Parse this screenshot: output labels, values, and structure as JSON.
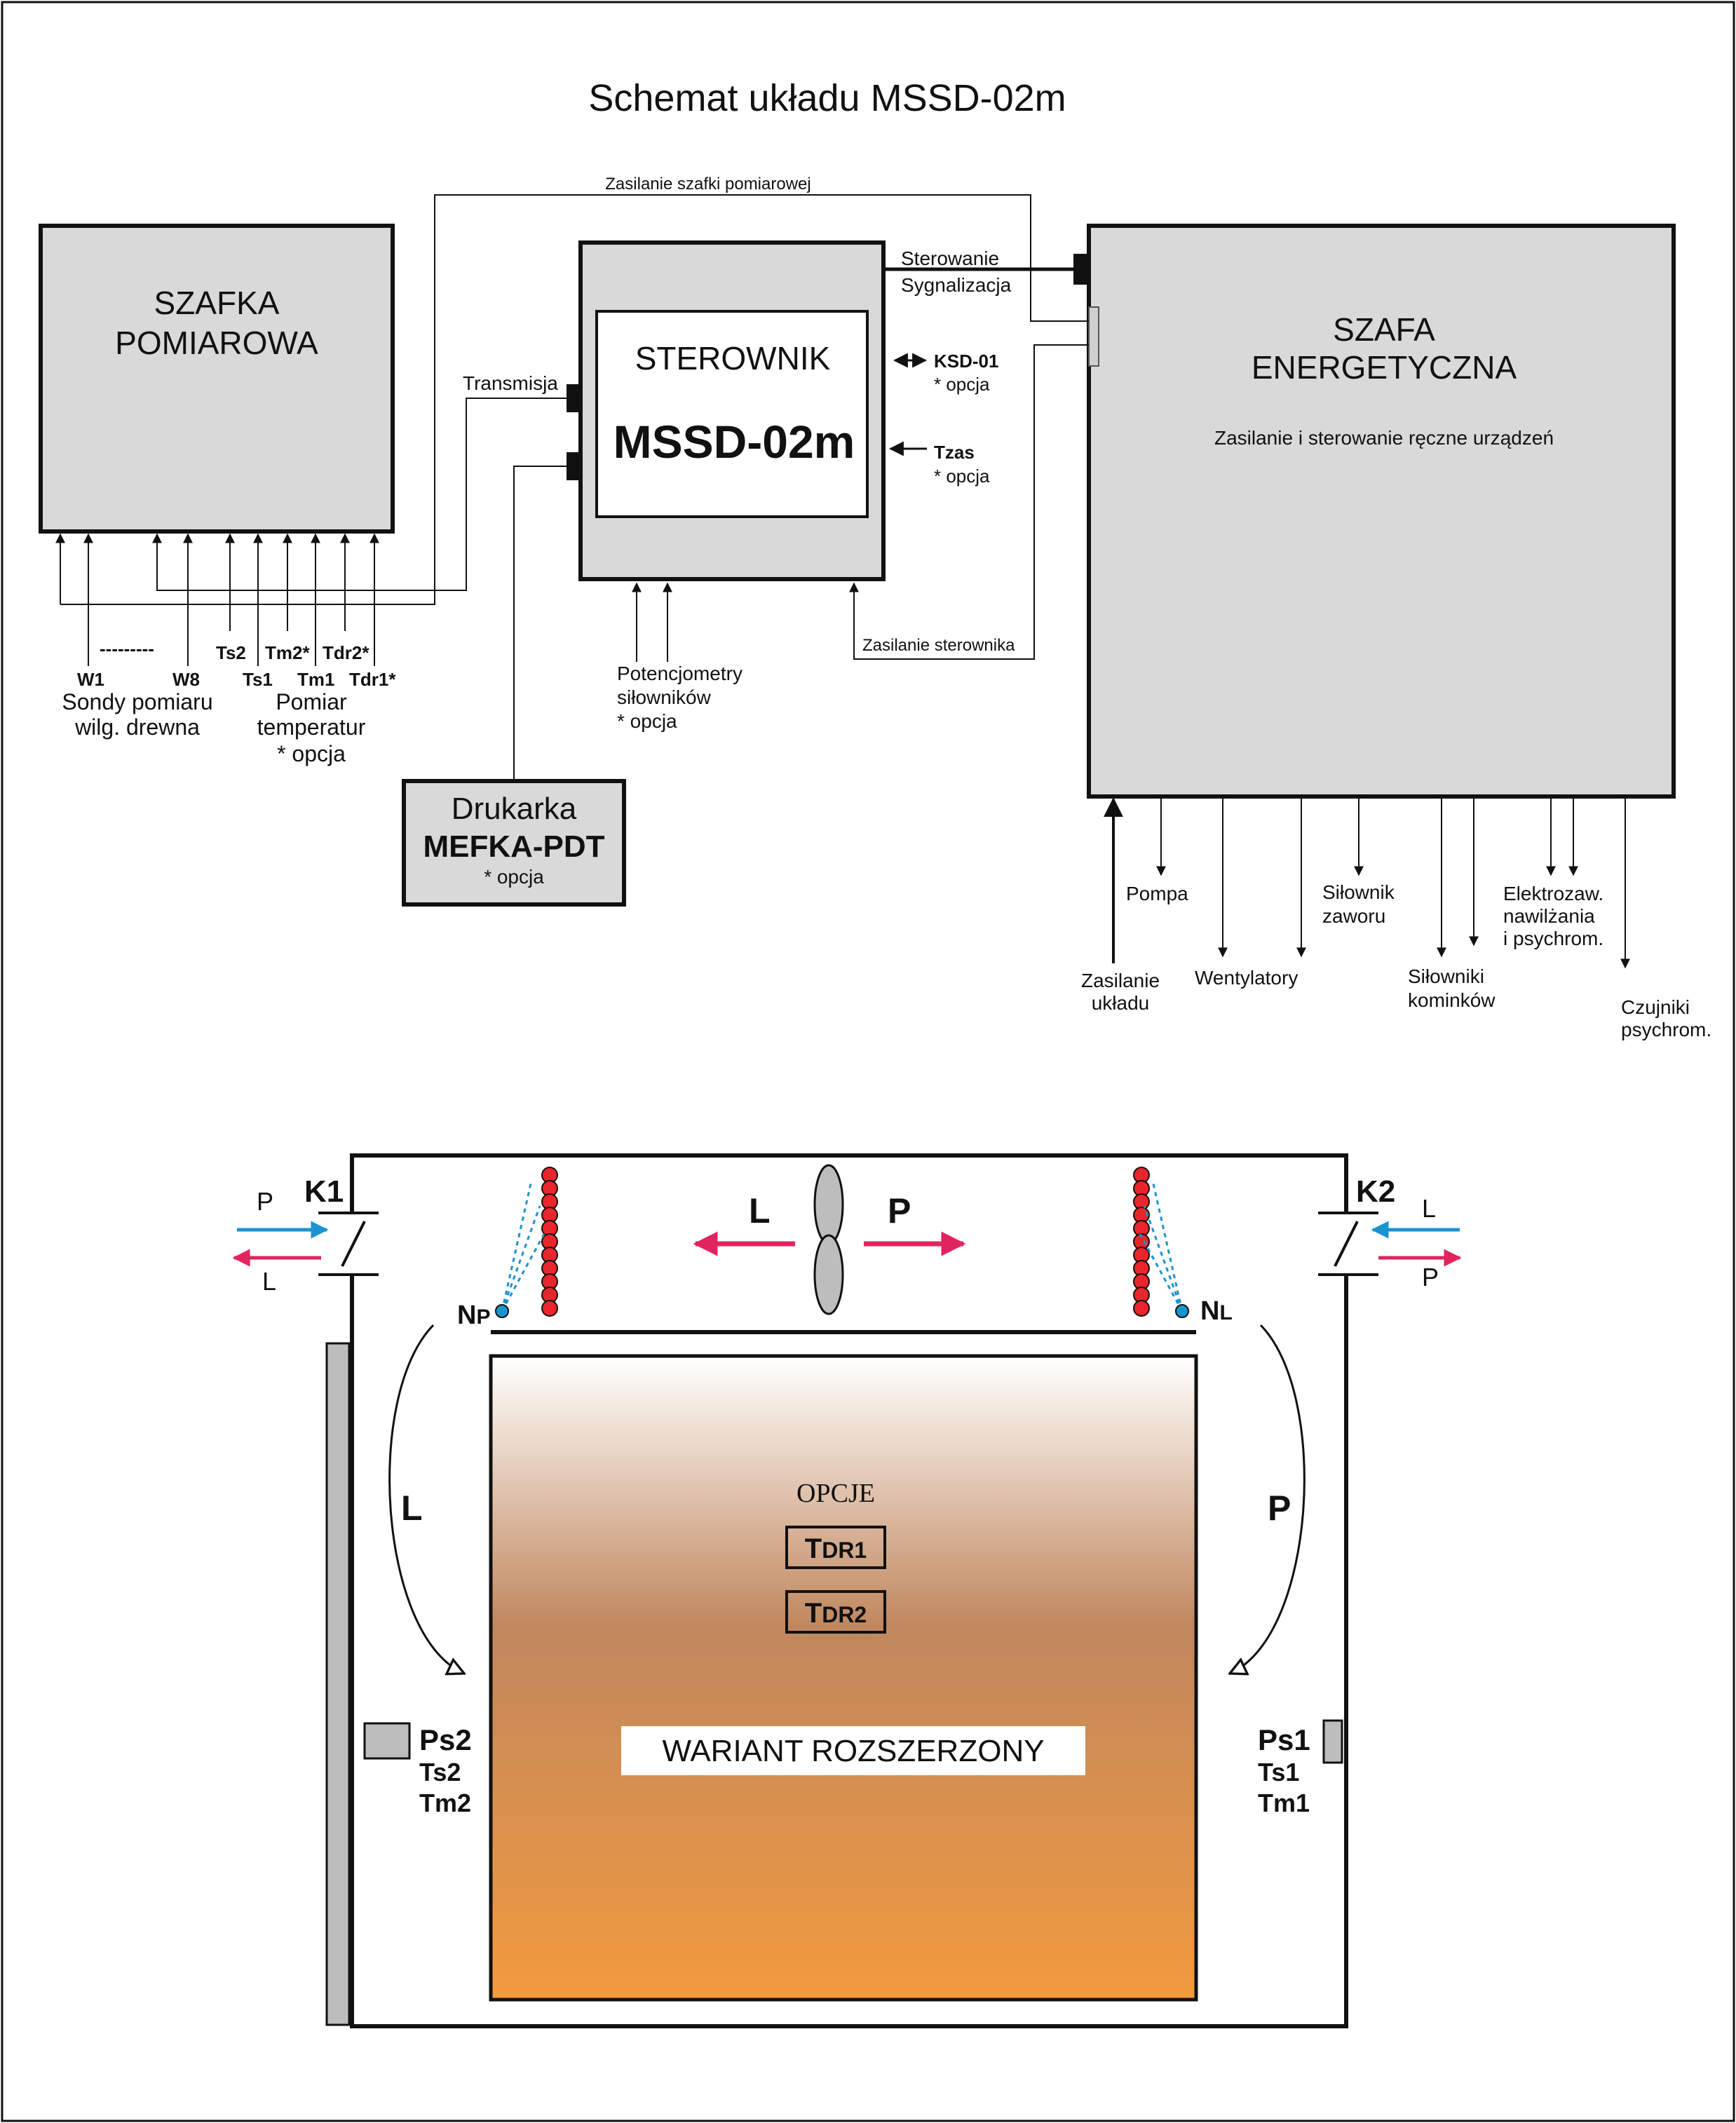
{
  "title": "Schemat układu MSSD-02m",
  "colors": {
    "box_fill": "#d9d9d9",
    "line": "#111111",
    "blue": "#1a94d0",
    "red": "#e0245e",
    "heater": "#e8262c",
    "gradient_top": "#ffffff",
    "gradient_mid": "#c1875e",
    "gradient_bottom": "#f29a3e"
  },
  "szafka": {
    "line1": "SZAFKA",
    "line2": "POMIAROWA"
  },
  "sterownik": {
    "label": "STEROWNIK",
    "model": "MSSD-02m"
  },
  "szafa": {
    "line1": "SZAFA",
    "line2": "ENERGETYCZNA",
    "subtitle": "Zasilanie i sterowanie ręczne urządzeń"
  },
  "connections": {
    "zasilanie_szafki": "Zasilanie szafki pomiarowej",
    "sterowanie": "Sterowanie",
    "sygnalizacja": "Sygnalizacja",
    "transmisja": "Transmisja",
    "ksd": "KSD-01",
    "ksd_opcja": "* opcja",
    "tzas": "Tzas",
    "tzas_opcja": "* opcja",
    "zasilanie_sterownika": "Zasilanie sterownika"
  },
  "sensors": {
    "w1": "W1",
    "w8": "W8",
    "dashes": "---------",
    "sondy_line1": "Sondy pomiaru",
    "sondy_line2": "wilg. drewna",
    "ts2": "Ts2",
    "tm2": "Tm2*",
    "tdr2": "Tdr2*",
    "ts1": "Ts1",
    "tm1": "Tm1",
    "tdr1": "Tdr1*",
    "pomiar_line1": "Pomiar",
    "pomiar_line2": "temperatur",
    "pomiar_line3": "* opcja"
  },
  "potencjometry": {
    "line1": "Potencjometry",
    "line2": "siłowników",
    "line3": "* opcja"
  },
  "drukarka": {
    "line1": "Drukarka",
    "line2": "MEFKA-PDT",
    "line3": "* opcja"
  },
  "outputs": {
    "zasilanie_line1": "Zasilanie",
    "zasilanie_line2": "układu",
    "pompa": "Pompa",
    "wentylatory": "Wentylatory",
    "silownik_line1": "Siłownik",
    "silownik_line2": "zaworu",
    "silowniki_line1": "Siłowniki",
    "silowniki_line2": "kominków",
    "elektro_line1": "Elektrozaw.",
    "elektro_line2": "nawilżania",
    "elektro_line3": "i psychrom.",
    "czujniki_line1": "Czujniki",
    "czujniki_line2": "psychrom."
  },
  "chamber": {
    "k1": "K1",
    "k2": "K2",
    "p": "P",
    "l": "L",
    "np_main": "N",
    "np_sub": "P",
    "nl_main": "N",
    "nl_sub": "L",
    "fan_left": "L",
    "fan_right": "P",
    "flow_left": "L",
    "flow_right": "P",
    "opcje": "OPCJE",
    "tdr1_main": "T",
    "tdr1_sub": "DR1",
    "tdr2_main": "T",
    "tdr2_sub": "DR2",
    "wariant": "WARIANT  ROZSZERZONY",
    "ps2": "Ps2",
    "ts2": "Ts2",
    "tm2": "Tm2",
    "ps1": "Ps1",
    "ts1": "Ts1",
    "tm1": "Tm1"
  }
}
